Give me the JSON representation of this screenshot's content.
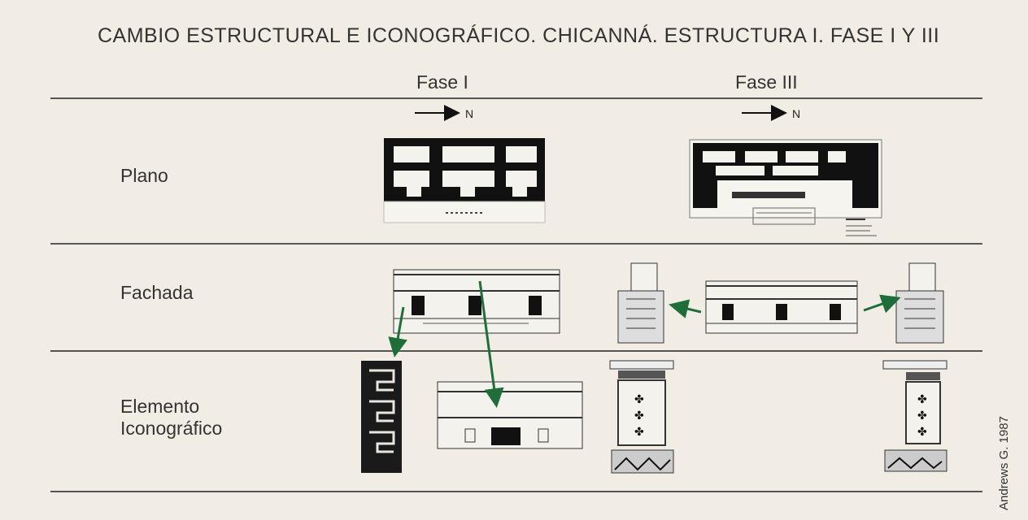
{
  "title": "CAMBIO ESTRUCTURAL E ICONOGRÁFICO. CHICANNÁ. ESTRUCTURA I. FASE I Y III",
  "columns": [
    "Fase I",
    "Fase III"
  ],
  "north_label": "N",
  "rows": {
    "plano": "Plano",
    "fachada": "Fachada",
    "elemento_line1": "Elemento",
    "elemento_line2": "Iconográfico"
  },
  "credit": "Andrews G. 1987",
  "colors": {
    "background": "#f1ede5",
    "arrows": "#1f6e3a",
    "ink": "#111111"
  }
}
